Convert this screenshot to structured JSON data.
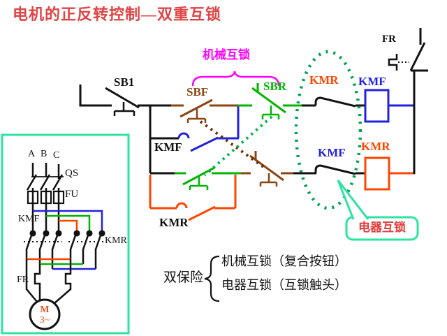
{
  "slide": {
    "title": "电机的正反转控制—双重互锁"
  },
  "control": {
    "annotations": {
      "mechanical_interlock": "机械互锁",
      "electrical_interlock": "电器互锁"
    },
    "labels": {
      "sb1": "SB1",
      "sbf": "SBF",
      "sbr": "SBR",
      "kmr_nc": "KMR",
      "kmf_coil": "KMF",
      "kmf_aux": "KMF",
      "kmf_nc": "KMF",
      "kmr_coil": "KMR",
      "kmr_aux": "KMR",
      "fr": "FR"
    }
  },
  "power": {
    "phases": [
      "A",
      "B",
      "C"
    ],
    "labels": {
      "qs": "QS",
      "fu": "FU",
      "kmf": "KMF",
      "kmr": "KMR",
      "fr": "FR"
    },
    "motor": {
      "symbol": "M",
      "phase": "3~"
    }
  },
  "legend": {
    "brace_label": "双保险",
    "items": [
      "机械互锁（复合按钮）",
      "电器互锁（互锁触头）"
    ]
  },
  "colors": {
    "title_red": "#e14444",
    "annotation_magenta": "#ff00ff",
    "sbf_brown": "#8b4513",
    "sbr_green": "#00b400",
    "kmf_blue": "#2222dd",
    "kmr_orange": "#ff4500",
    "interlock_ellipse_green": "#00a050",
    "callout_border_green": "#2de3a0",
    "wire_black": "#111111",
    "motor_text_orange": "#e0541e"
  }
}
